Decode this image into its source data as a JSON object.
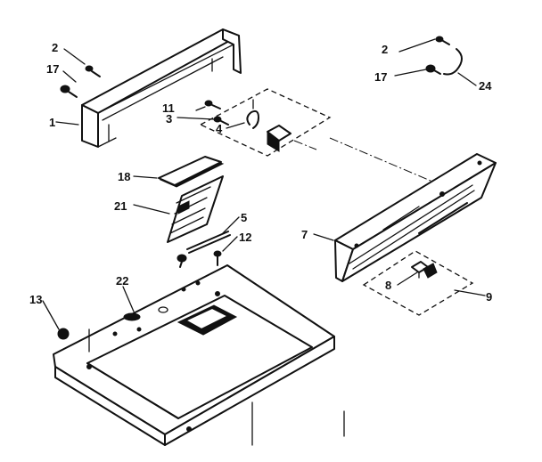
{
  "parts": [
    {
      "id": "top-left-screw",
      "number": "2"
    },
    {
      "id": "top-left-washer",
      "number": "17"
    },
    {
      "id": "console-end-cap",
      "number": "1"
    },
    {
      "id": "small-screw",
      "number": "11"
    },
    {
      "id": "switch-bracket",
      "number": "3"
    },
    {
      "id": "switch",
      "number": "4"
    },
    {
      "id": "lens",
      "number": "18"
    },
    {
      "id": "lid-switch-assembly",
      "number": "21"
    },
    {
      "id": "lid-switch",
      "number": "5"
    },
    {
      "id": "lid-screw",
      "number": "12"
    },
    {
      "id": "top-panel",
      "number": "22"
    },
    {
      "id": "bumper",
      "number": "13"
    },
    {
      "id": "top-right-screw",
      "number": "2"
    },
    {
      "id": "top-right-washer",
      "number": "17"
    },
    {
      "id": "wire-clip",
      "number": "24"
    },
    {
      "id": "control-panel",
      "number": "7"
    },
    {
      "id": "knob",
      "number": "8"
    },
    {
      "id": "knob-assembly",
      "number": "9"
    }
  ]
}
